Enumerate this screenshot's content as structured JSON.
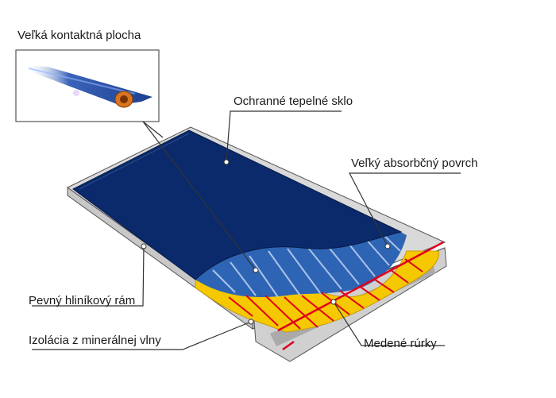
{
  "labels": {
    "contact_surface": "Veľká kontaktná plocha",
    "protective_glass": "Ochranné tepelné sklo",
    "absorber_surface": "Veľký absorbčný povrch",
    "aluminium_frame": "Pevný hliníkový rám",
    "mineral_wool": "Izolácia z minerálnej vlny",
    "copper_pipes": "Medené rúrky"
  },
  "colors": {
    "glass": "#0b2a6b",
    "absorber": "#2e64b4",
    "fins": "#a9c3ea",
    "insulation": "#f5c800",
    "pipes": "#e0001a",
    "frame": "#d7d7d7",
    "leader": "#333333"
  }
}
